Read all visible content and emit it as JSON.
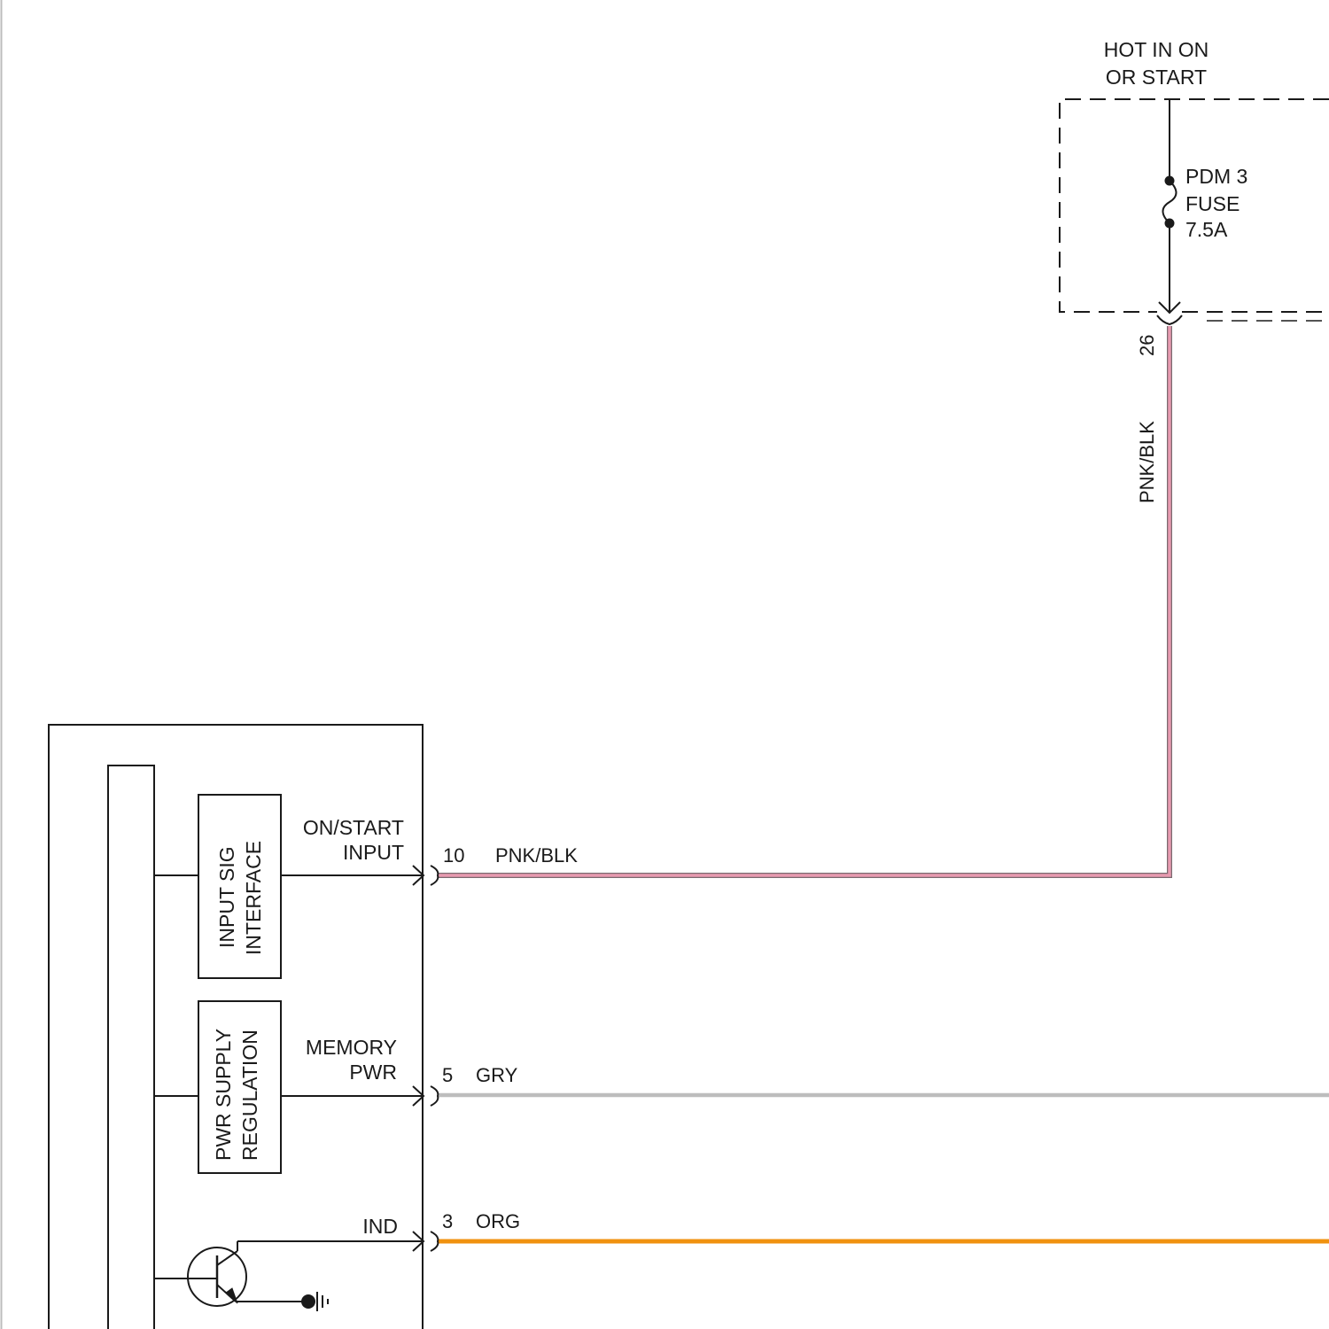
{
  "power_source": {
    "label_line1": "HOT IN ON",
    "label_line2": "OR START"
  },
  "fuse": {
    "line1": "PDM 3",
    "line2": "FUSE",
    "line3": "7.5A"
  },
  "pdm_connector": {
    "pin": "26",
    "wire_color_label": "PNK/BLK"
  },
  "module": {
    "blocks": [
      {
        "line1": "INPUT SIG",
        "line2": "INTERFACE"
      },
      {
        "line1": "PWR SUPPLY",
        "line2": "REGULATION"
      }
    ]
  },
  "circuits": [
    {
      "signal_line1": "ON/START",
      "signal_line2": "INPUT",
      "pin": "10",
      "wire": "PNK/BLK",
      "color": "#e89ab0"
    },
    {
      "signal_line1": "MEMORY",
      "signal_line2": "PWR",
      "pin": "5",
      "wire": "GRY",
      "color": "#bdbdbd"
    },
    {
      "signal_line1": "IND",
      "pin": "3",
      "wire": "ORG",
      "color": "#f0920f"
    }
  ],
  "colors": {
    "line": "#1a1a1a",
    "pnk_blk_wire": "#e89ab0",
    "gry_wire": "#bdbdbd",
    "org_wire": "#f0920f"
  }
}
